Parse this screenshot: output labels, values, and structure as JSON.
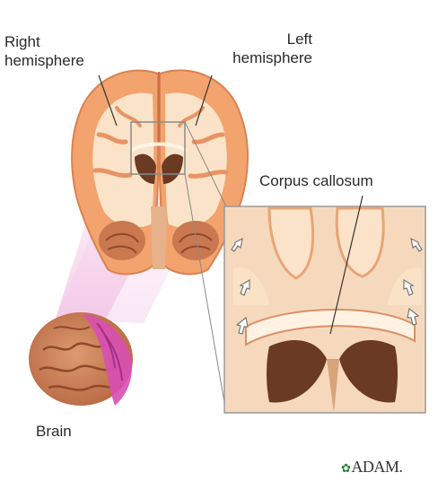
{
  "labels": {
    "right_hemisphere_line1": "Right",
    "right_hemisphere_line2": "hemisphere",
    "left_hemisphere_line1": "Left",
    "left_hemisphere_line2": "hemisphere",
    "corpus_callosum": "Corpus callosum",
    "brain": "Brain"
  },
  "logo": {
    "text": "ADAM.",
    "mark": "leaf-icon"
  },
  "colors": {
    "gray_matter": "#f2a36e",
    "white_matter": "#fbe3c9",
    "ventricle": "#6b3a22",
    "highlight": "#d84fb4",
    "brain_surface": "#c9784f",
    "callout_bg": "#f6d9bd"
  }
}
